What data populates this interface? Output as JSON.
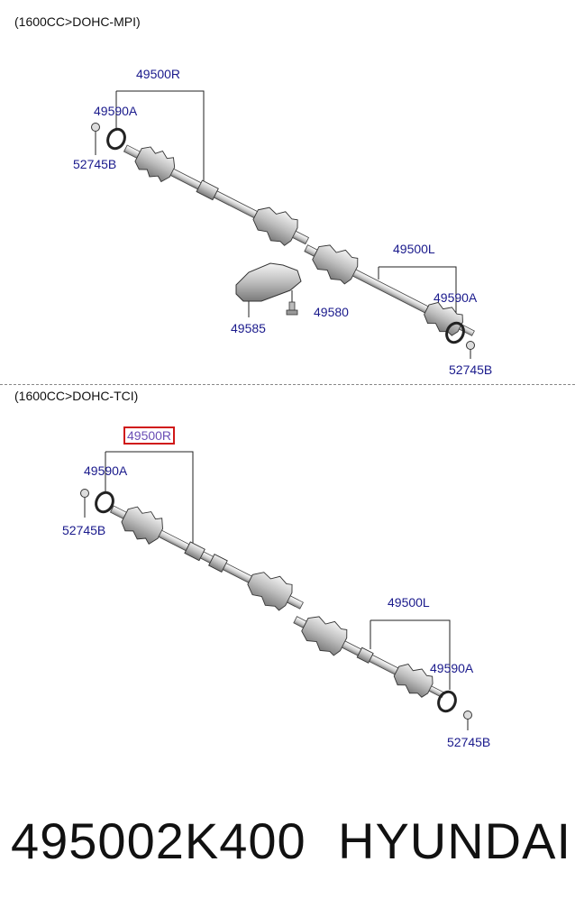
{
  "sections": [
    {
      "title": "(1600CC>DOHC-MPI)",
      "labels": {
        "shaft_r": "49500R",
        "bearing_r": "49590A",
        "nut_r": "52745B",
        "shaft_l": "49500L",
        "bearing_l": "49590A",
        "nut_l": "52745B",
        "bracket": "49585",
        "bolt": "49580"
      }
    },
    {
      "title": "(1600CC>DOHC-TCI)",
      "labels": {
        "shaft_r": "49500R",
        "bearing_r": "49590A",
        "nut_r": "52745B",
        "shaft_l": "49500L",
        "bearing_l": "49590A",
        "nut_l": "52745B"
      }
    }
  ],
  "footer": {
    "part_number": "495002K400",
    "brand": "HYUNDAI"
  },
  "colors": {
    "label": "#1a1a8c",
    "highlight_border": "#d01818"
  }
}
